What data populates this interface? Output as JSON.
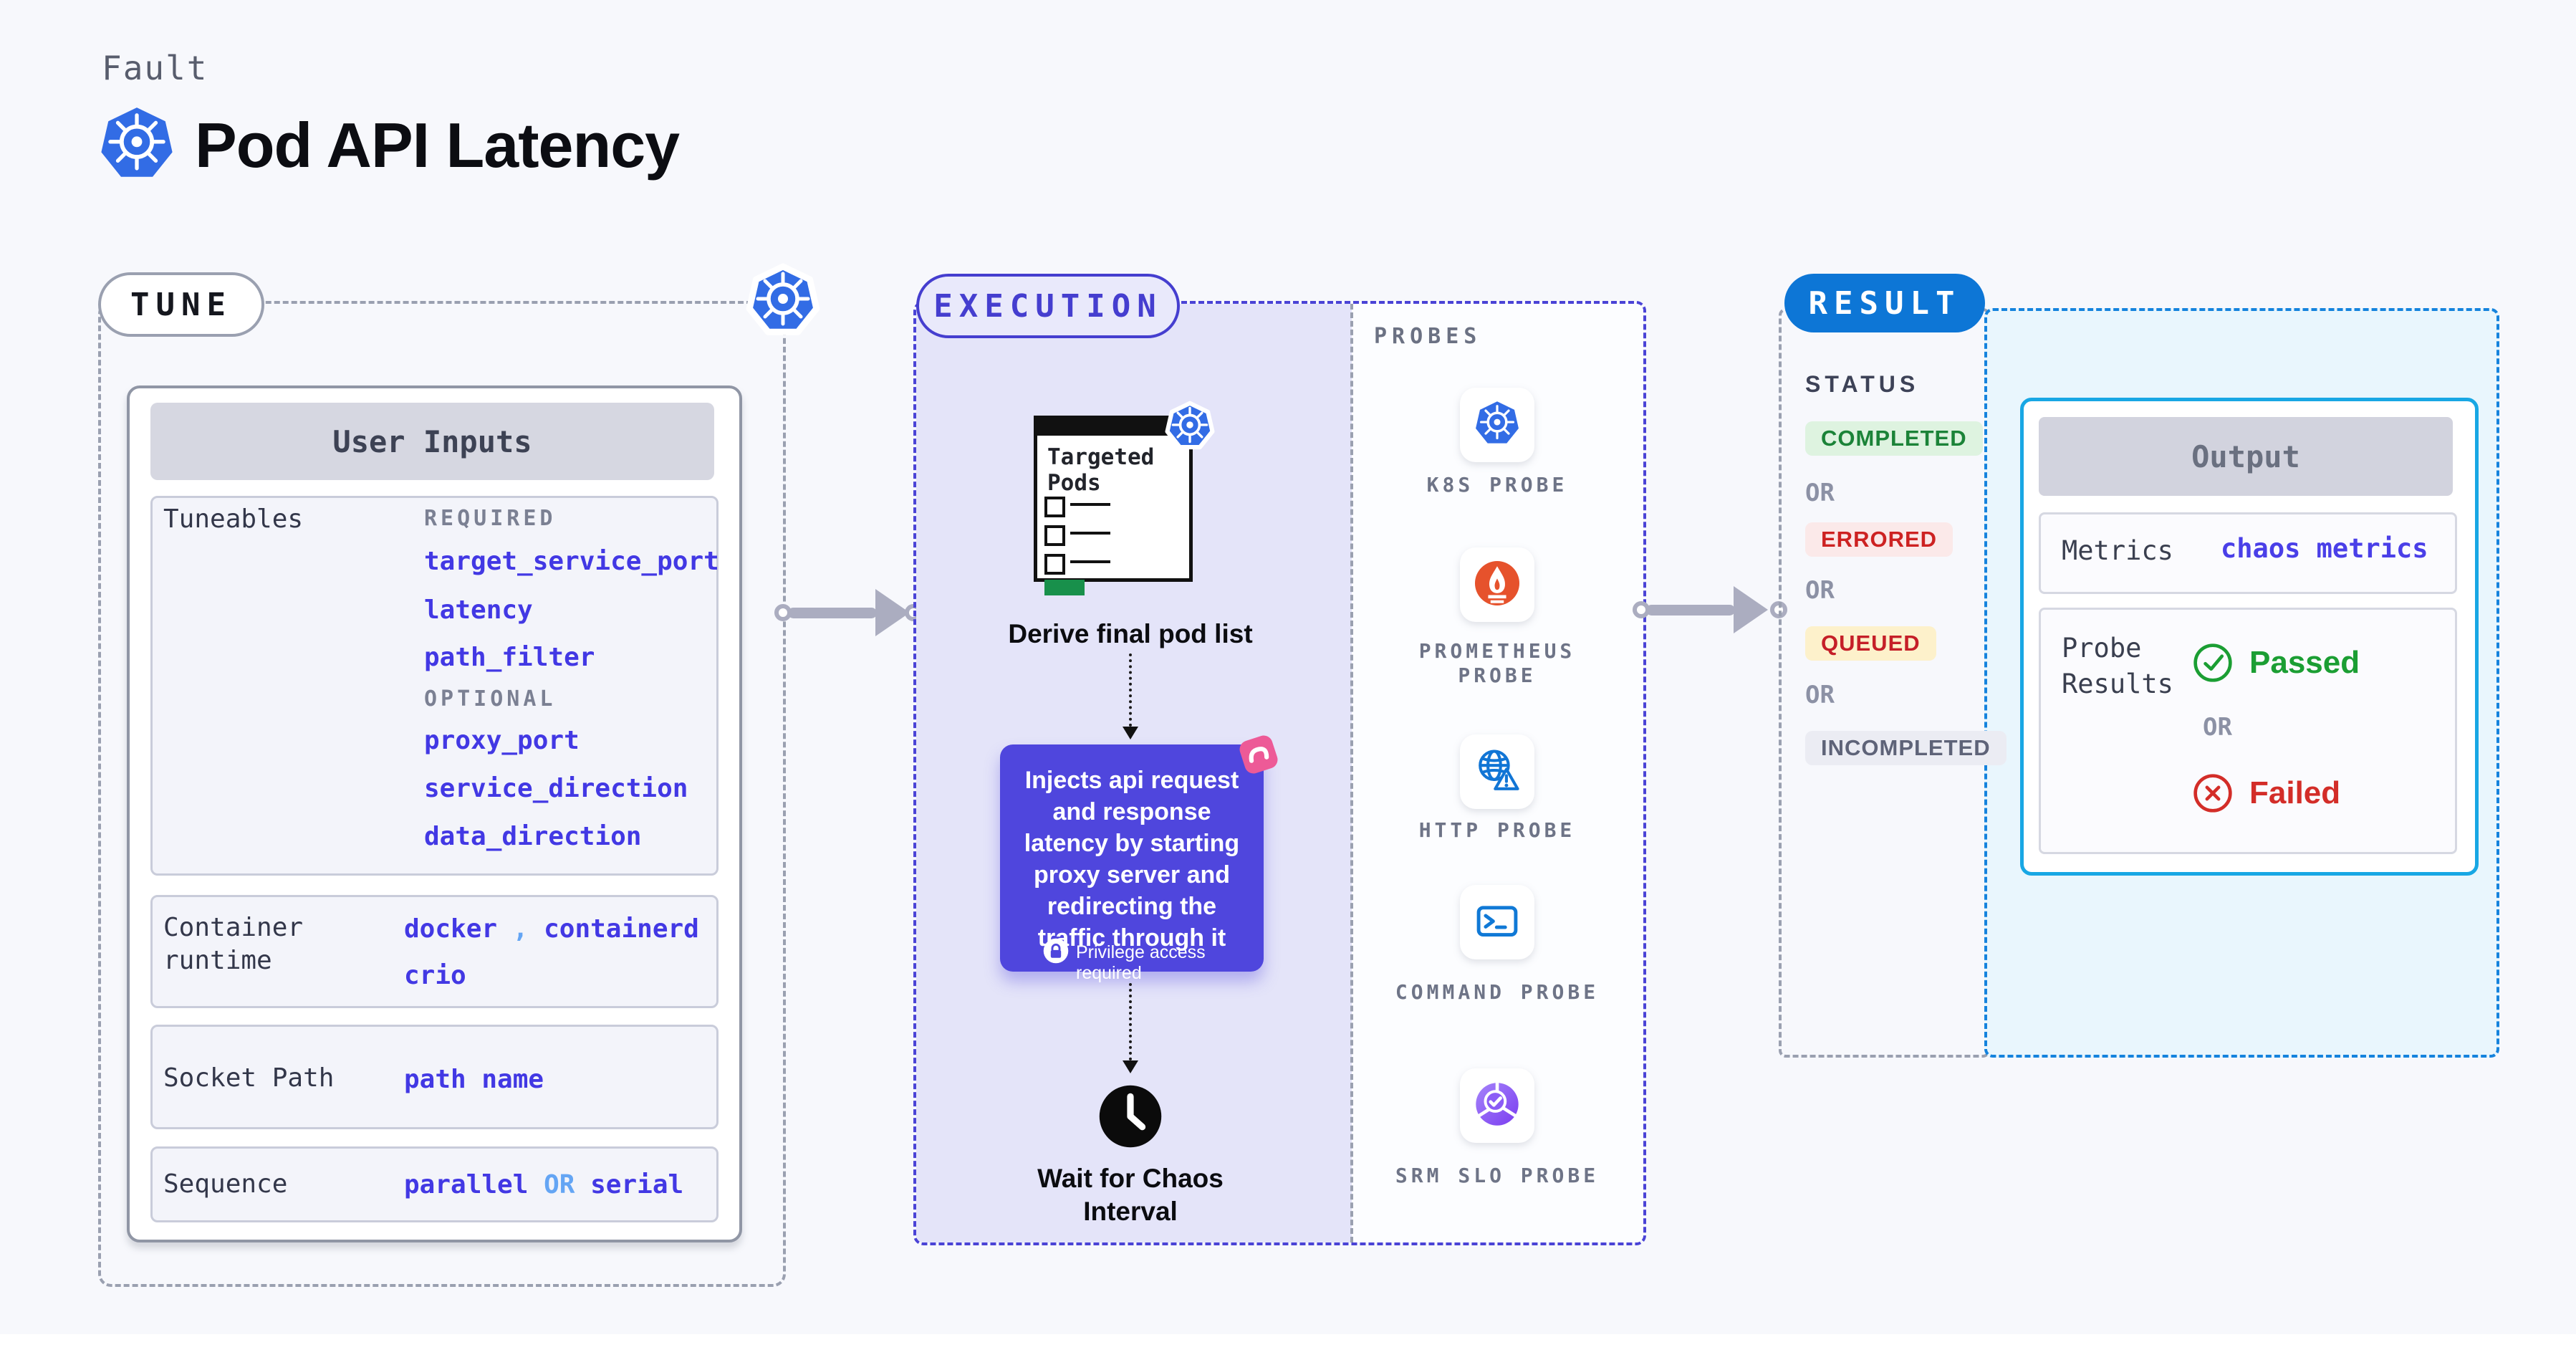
{
  "header": {
    "eyebrow": "Fault",
    "title": "Pod API Latency"
  },
  "tune": {
    "label": "TUNE",
    "user_inputs": {
      "title": "User Inputs",
      "tuneables": {
        "label": "Tuneables",
        "required_label": "REQUIRED",
        "required": [
          "target_service_port",
          "latency",
          "path_filter"
        ],
        "optional_label": "OPTIONAL",
        "optional": [
          "proxy_port",
          "service_direction",
          "data_direction"
        ]
      },
      "container_runtime": {
        "label": "Container runtime",
        "value_a": "docker",
        "separator": ",",
        "value_b": "containerd",
        "value_c": "crio"
      },
      "socket_path": {
        "label": "Socket Path",
        "value": "path name"
      },
      "sequence": {
        "label": "Sequence",
        "value_a": "parallel",
        "or": "OR",
        "value_b": "serial"
      }
    }
  },
  "execution": {
    "label": "EXECUTION",
    "targeted_pods_title": "Targeted Pods",
    "derive_caption": "Derive final pod list",
    "inject_text": "Injects api request and response latency by starting proxy server and redirecting the traffic through it",
    "privilege_note": "Privilege access required",
    "wait_caption": "Wait for Chaos Interval"
  },
  "probes": {
    "label": "PROBES",
    "items": [
      {
        "label": "K8S PROBE",
        "icon": "kubernetes-icon"
      },
      {
        "label": "PROMETHEUS PROBE",
        "icon": "prometheus-icon"
      },
      {
        "label": "HTTP PROBE",
        "icon": "globe-warning-icon"
      },
      {
        "label": "COMMAND PROBE",
        "icon": "terminal-icon"
      },
      {
        "label": "SRM SLO PROBE",
        "icon": "slo-pie-check-icon"
      }
    ]
  },
  "result": {
    "label": "RESULT",
    "status_label": "STATUS",
    "or_label": "OR",
    "statuses": [
      {
        "label": "COMPLETED",
        "fg": "#1b8338",
        "bg": "#def3e0"
      },
      {
        "label": "ERRORED",
        "fg": "#cd2222",
        "bg": "#fbe9e9"
      },
      {
        "label": "QUEUED",
        "fg": "#c51f28",
        "bg": "#fdf1cb"
      },
      {
        "label": "INCOMPLETED",
        "fg": "#5e6378",
        "bg": "#ebecf3"
      }
    ],
    "output": {
      "title": "Output",
      "metrics_label": "Metrics",
      "metrics_value": "chaos metrics",
      "probe_results_label": "Probe Results",
      "passed": "Passed",
      "or": "OR",
      "failed": "Failed"
    }
  },
  "colors": {
    "page_bg": "#f7f8fc",
    "kubernetes_blue": "#326ce5",
    "accent_indigo": "#4238e4",
    "accent_light_blue": "#64a5f4",
    "execution_border": "#4a43d6",
    "execution_bg": "#e4e4f9",
    "inject_purple": "#4f46dd",
    "litmus_pink": "#ed5a97",
    "prometheus_orange": "#e6522c",
    "probe_blue": "#1175d5",
    "result_blue": "#0d76d6",
    "output_border_cyan": "#18a7e4",
    "result_panel_bg": "#e9f6fd",
    "passed_green": "#1b9e33",
    "failed_red": "#d32d28",
    "targeted_pods_green": "#18904b"
  }
}
